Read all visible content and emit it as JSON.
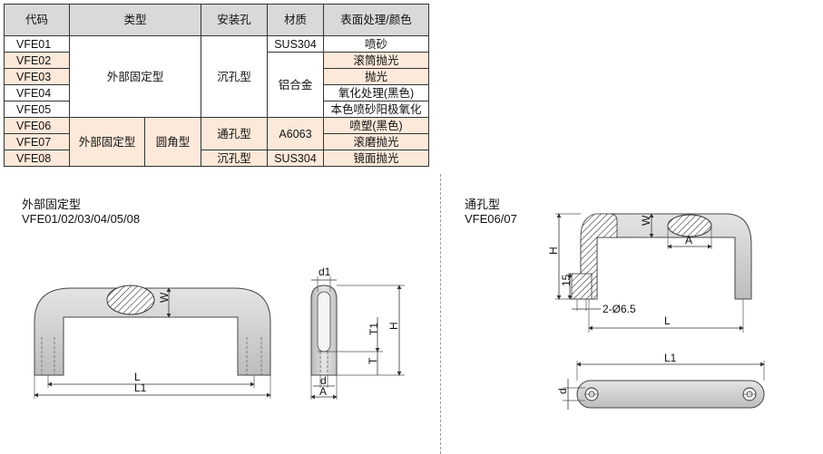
{
  "table": {
    "headers": [
      "代码",
      "类型",
      "安装孔",
      "材质",
      "表面处理/颜色"
    ],
    "rows": [
      {
        "code": "VFE01",
        "finish": "喷砂"
      },
      {
        "code": "VFE02",
        "finish": "滚筒抛光"
      },
      {
        "code": "VFE03",
        "finish": "抛光"
      },
      {
        "code": "VFE04",
        "finish": "氧化处理(黑色)"
      },
      {
        "code": "VFE05",
        "finish": "本色喷砂阳极氧化"
      },
      {
        "code": "VFE06",
        "finish": "喷塑(黑色)"
      },
      {
        "code": "VFE07",
        "finish": "滚磨抛光"
      },
      {
        "code": "VFE08",
        "finish": "镜面抛光"
      }
    ],
    "type_group1": "外部固定型",
    "type_group2": "外部固定型",
    "type_round": "圆角型",
    "hole_sink": "沉孔型",
    "hole_through": "通孔型",
    "hole_sink2": "沉孔型",
    "mat_sus": "SUS304",
    "mat_al": "铝合金",
    "mat_a6063": "A6063",
    "mat_sus2": "SUS304"
  },
  "drawing1": {
    "title": "外部固定型",
    "codes": "VFE01/02/03/04/05/08",
    "dim_W": "W",
    "dim_L": "L",
    "dim_L1": "L1",
    "dim_d1": "d1",
    "dim_H": "H",
    "dim_T1": "T1",
    "dim_T": "T",
    "dim_d": "d",
    "dim_A": "A"
  },
  "drawing2": {
    "title": "通孔型",
    "codes": "VFE06/07",
    "dim_W": "W",
    "dim_A": "A",
    "dim_H": "H",
    "dim_15": "15",
    "dim_hole": "2-Ø6.5",
    "dim_L": "L",
    "dim_L1": "L1",
    "dim_d": "d"
  }
}
